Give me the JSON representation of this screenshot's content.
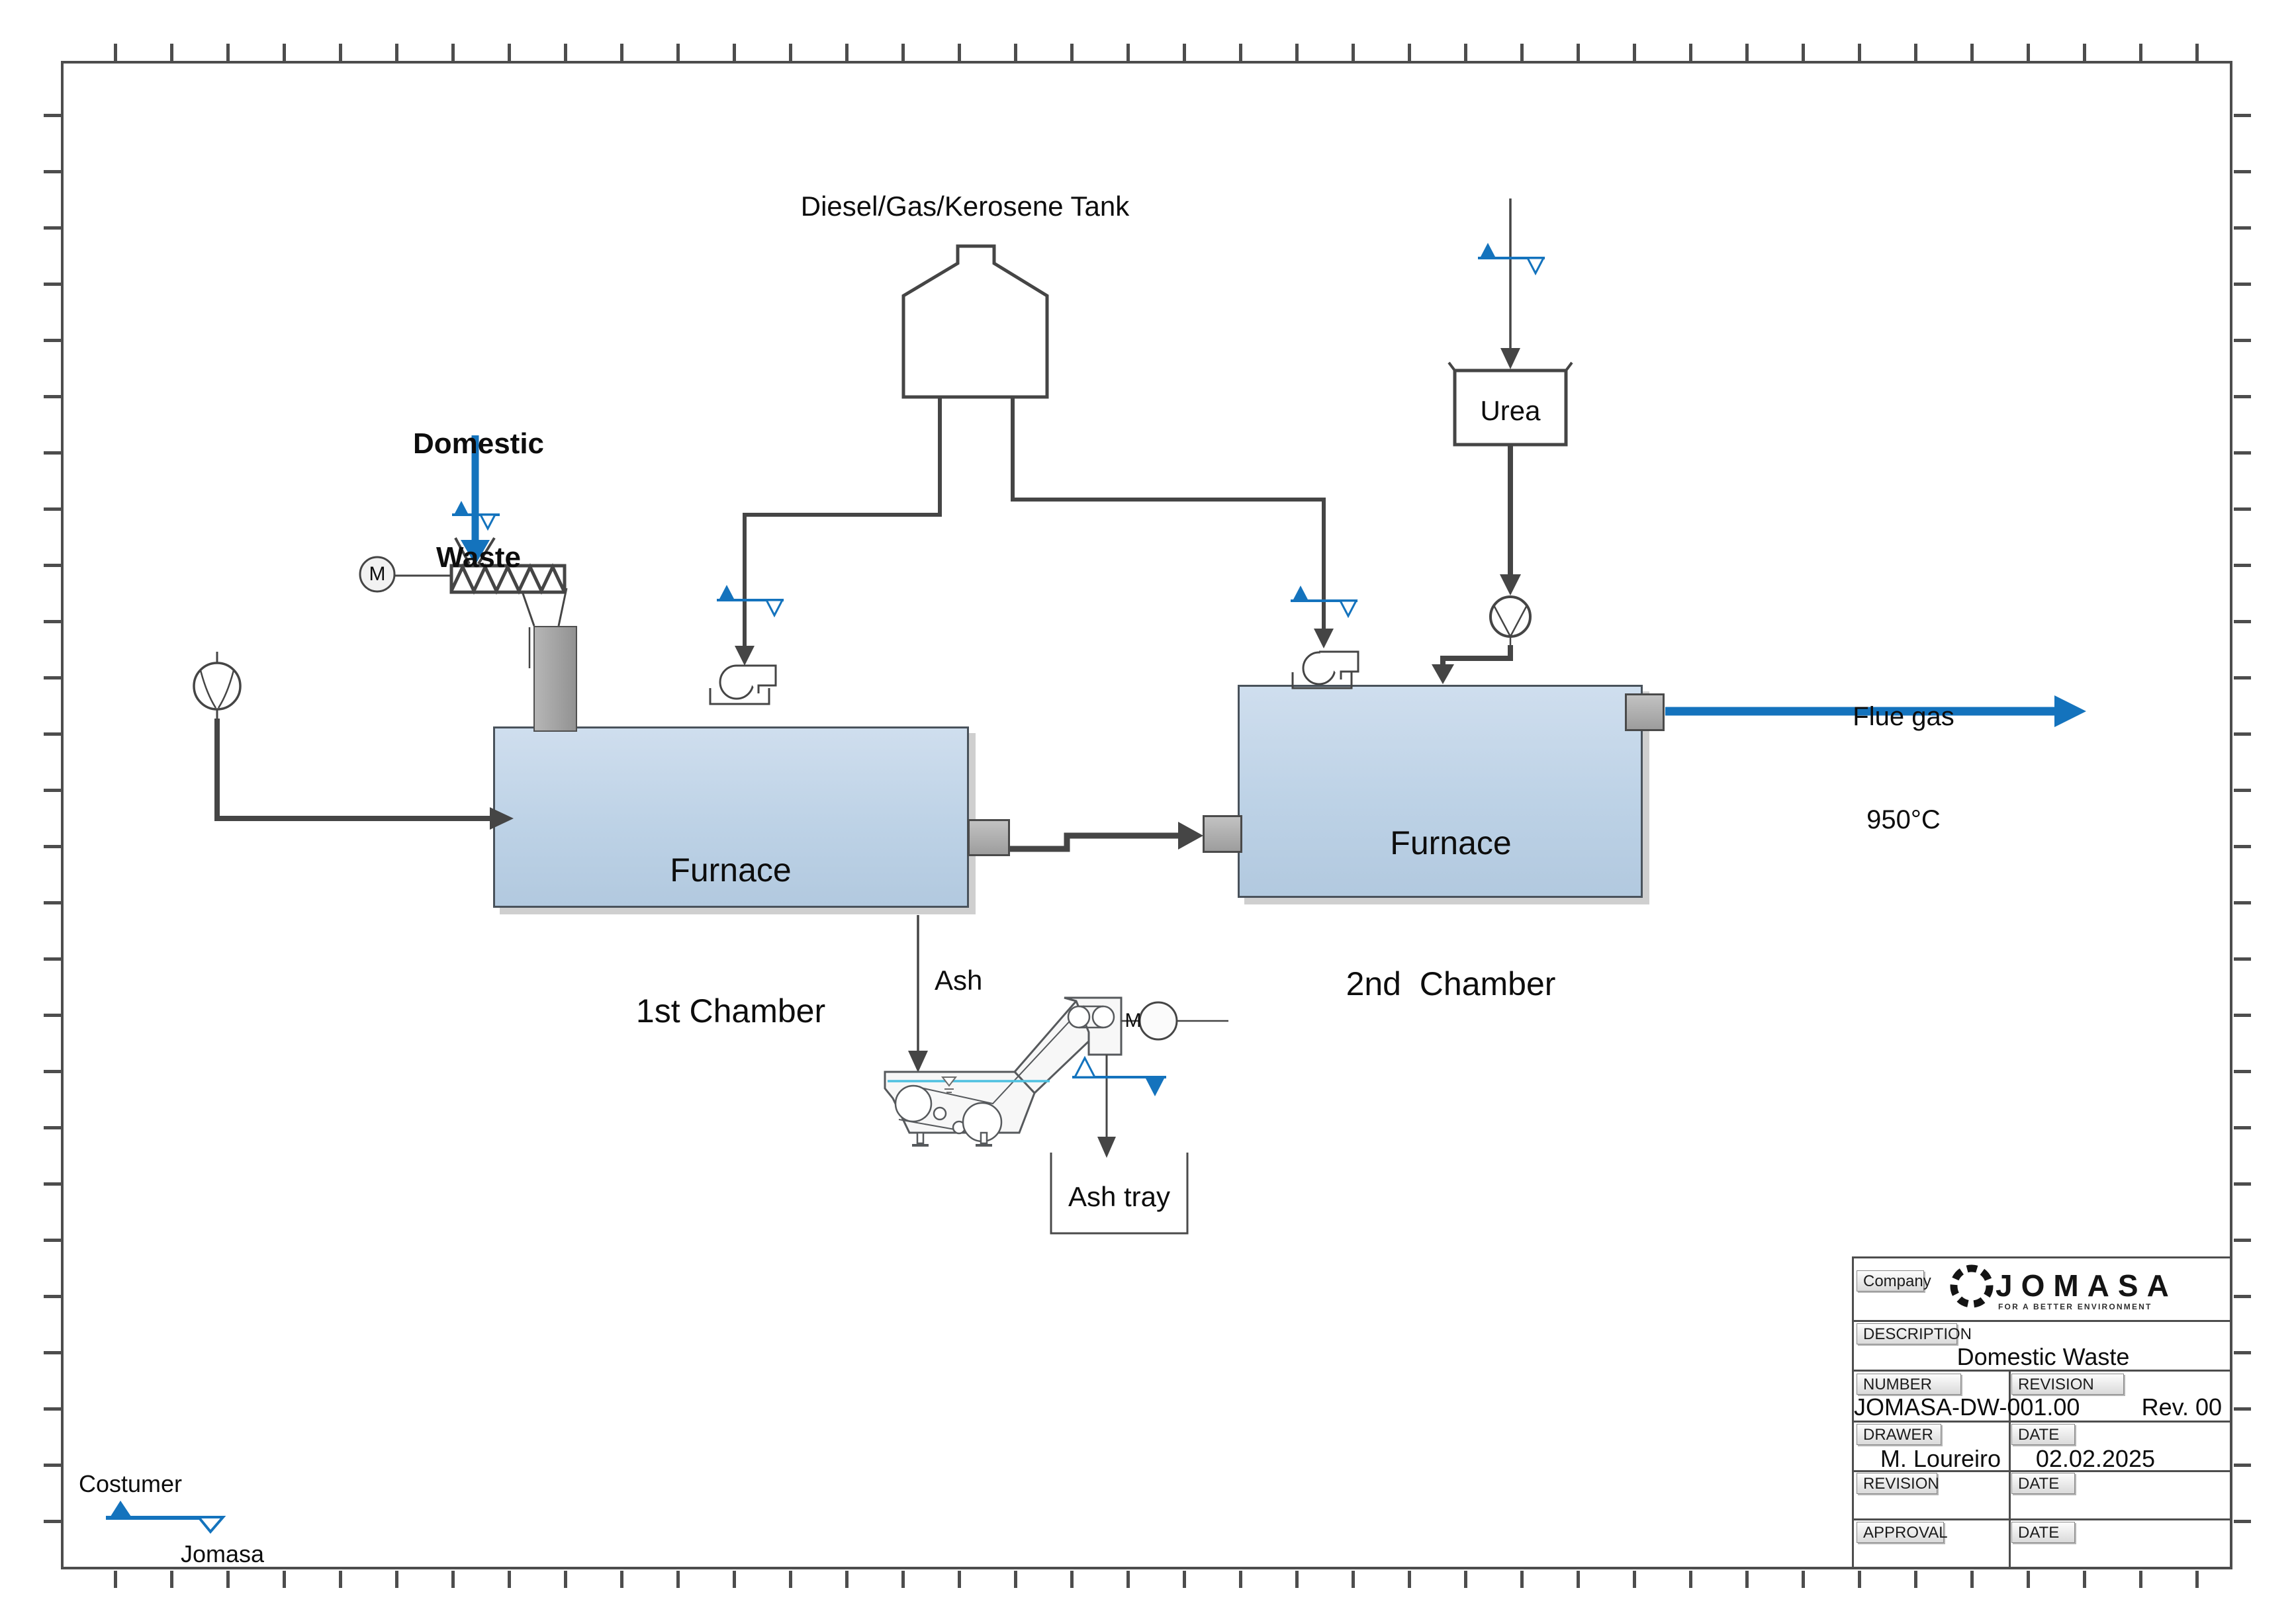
{
  "labels": {
    "tank": "Diesel/Gas/Kerosene Tank",
    "domestic_waste_line1": "Domestic",
    "domestic_waste_line2": "Waste",
    "urea": "Urea",
    "furnace1_line1": "Furnace",
    "furnace1_line2": "1st Chamber",
    "furnace2_line1": "Furnace",
    "furnace2_line2": "2nd  Chamber",
    "flue_line1": "Flue gas",
    "flue_line2": "950°C",
    "ash": "Ash",
    "ash_tray": "Ash tray",
    "motor1": "M",
    "motor2": "M"
  },
  "legend": {
    "customer": "Costumer",
    "company": "Jomasa"
  },
  "title_block": {
    "company_label": "Company",
    "logo_text": "JOMASA",
    "logo_tagline": "FOR A BETTER ENVIRONMENT",
    "description_label": "DESCRIPTION",
    "description_value": "Domestic Waste",
    "number_label": "NUMBER",
    "number_value": "JOMASA-DW-001.00",
    "revision_label": "REVISION",
    "revision_value": "Rev. 00",
    "drawer_label": "DRAWER",
    "drawer_value": "M. Loureiro",
    "date1_label": "DATE",
    "date1_value": "02.02.2025",
    "revision2_label": "REVISION",
    "revision2_value": "",
    "date2_label": "DATE",
    "date2_value": "",
    "approval_label": "APPROVAL",
    "approval_value": "",
    "date3_label": "DATE",
    "date3_value": ""
  },
  "colors": {
    "accent_blue": "#1473bd",
    "water_blue": "#4ec1e0",
    "furnace_fill": "#c3d6e8",
    "line_gray": "#454545"
  }
}
